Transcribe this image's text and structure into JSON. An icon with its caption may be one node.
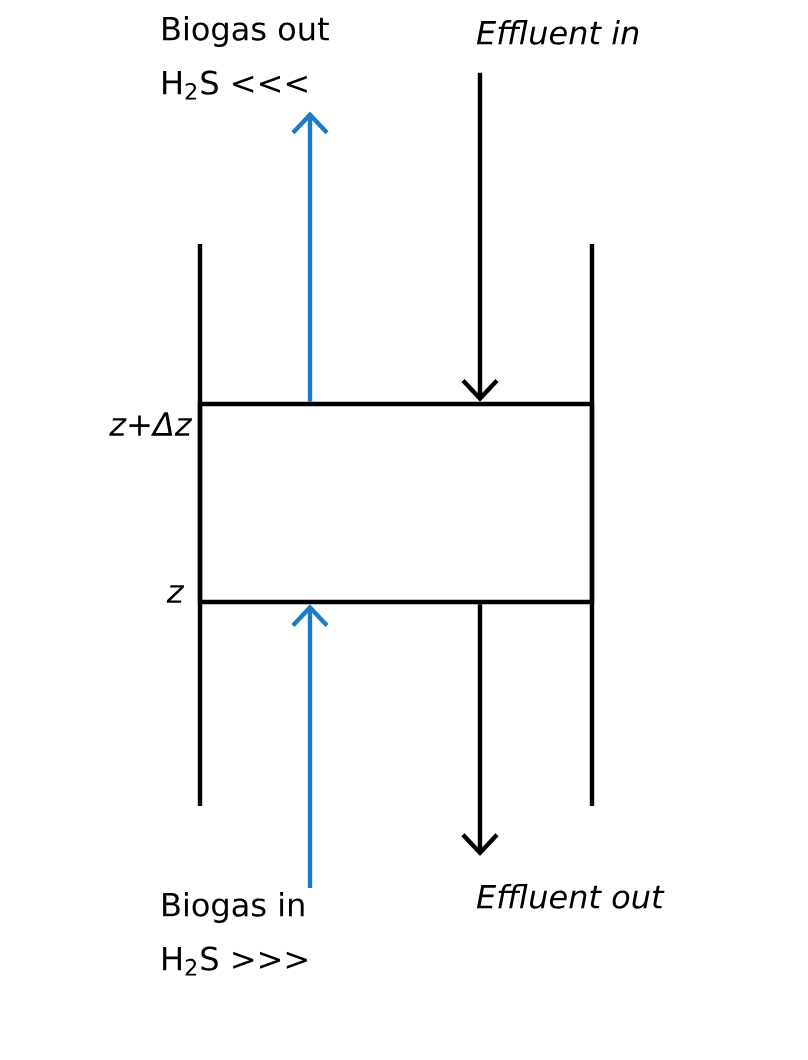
{
  "diagram": {
    "nodes": [
      {
        "text": [],
        "shape": "box"
      },
      {
        "text": [
          "Biogas out",
          "H$_{2}$S <<<"
        ]
      },
      {
        "text": [
          "Effluent in"
        ]
      },
      {
        "text": [
          "Biogas in",
          "H$_{2}$S >>>"
        ]
      },
      {
        "text": [
          "Effluent out"
        ]
      }
    ],
    "edges": [
      {
        "from": 0,
        "to": 1,
        "arrow": "to",
        "color": "#1a7cc8"
      },
      {
        "from": 3,
        "to": 0,
        "arrow": "to",
        "color": "#1a7cc8"
      },
      {
        "from": 2,
        "to": 0,
        "arrow": "to",
        "color": "#000000"
      },
      {
        "from": 0,
        "to": 4,
        "arrow": "to",
        "color": "#000000"
      }
    ],
    "labels": [
      "z+Δz",
      "z"
    ]
  }
}
